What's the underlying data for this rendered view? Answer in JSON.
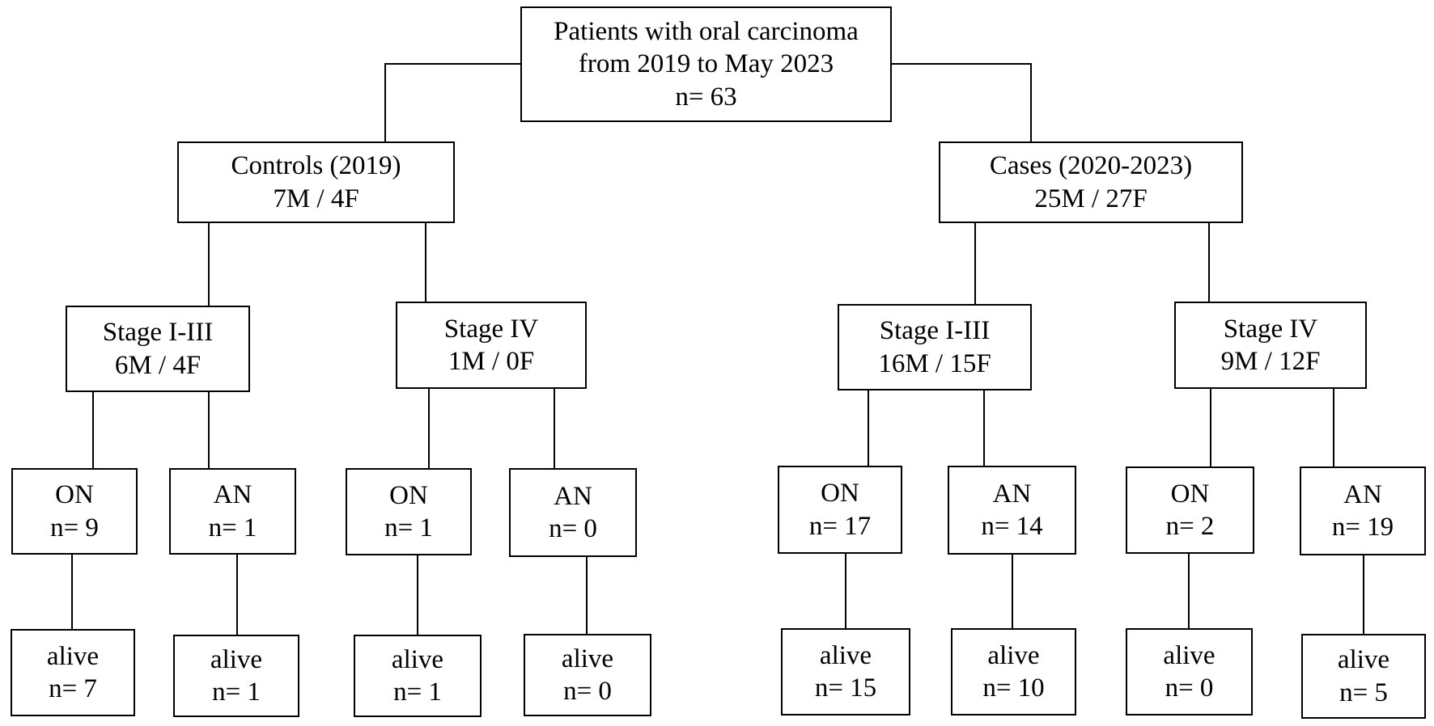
{
  "root": {
    "line1": "Patients with oral carcinoma",
    "line2": "from 2019 to May 2023",
    "line3": "n= 63"
  },
  "controls": {
    "title": "Controls (2019)",
    "counts": "7M / 4F",
    "stage_early": {
      "title": "Stage I-III",
      "counts": "6M / 4F",
      "on": {
        "label": "ON",
        "n": "n= 9",
        "alive_label": "alive",
        "alive_n": "n= 7"
      },
      "an": {
        "label": "AN",
        "n": "n= 1",
        "alive_label": "alive",
        "alive_n": "n= 1"
      }
    },
    "stage_iv": {
      "title": "Stage IV",
      "counts": "1M / 0F",
      "on": {
        "label": "ON",
        "n": "n= 1",
        "alive_label": "alive",
        "alive_n": "n= 1"
      },
      "an": {
        "label": "AN",
        "n": "n= 0",
        "alive_label": "alive",
        "alive_n": "n= 0"
      }
    }
  },
  "cases": {
    "title": "Cases (2020-2023)",
    "counts": "25M / 27F",
    "stage_early": {
      "title": "Stage I-III",
      "counts": "16M / 15F",
      "on": {
        "label": "ON",
        "n": "n= 17",
        "alive_label": "alive",
        "alive_n": "n= 15"
      },
      "an": {
        "label": "AN",
        "n": "n= 14",
        "alive_label": "alive",
        "alive_n": "n= 10"
      }
    },
    "stage_iv": {
      "title": "Stage IV",
      "counts": "9M / 12F",
      "on": {
        "label": "ON",
        "n": "n= 2",
        "alive_label": "alive",
        "alive_n": "n= 0"
      },
      "an": {
        "label": "AN",
        "n": "n= 19",
        "alive_label": "alive",
        "alive_n": "n= 5"
      }
    }
  }
}
